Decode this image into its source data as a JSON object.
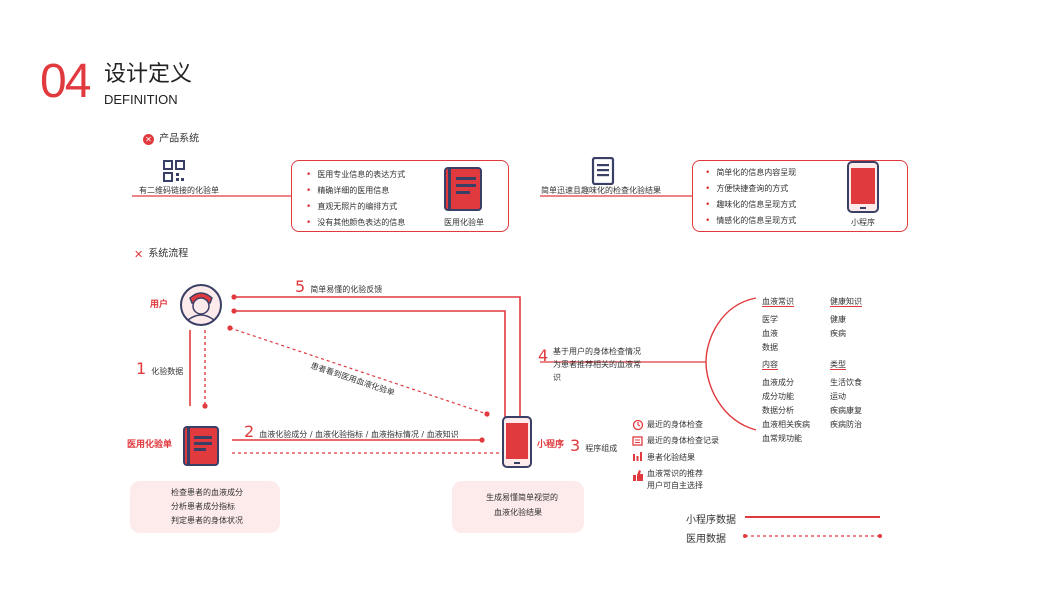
{
  "header": {
    "number": "04",
    "title": "设计定义",
    "subtitle": "DEFINITION"
  },
  "product_system": {
    "section_label": "产品系统",
    "left_label": "有二维码链接的化验单",
    "left_bullets": [
      "医用专业信息的表达方式",
      "精确详细的医用信息",
      "直观无照片的编排方式",
      "没有其他颜色表达的信息"
    ],
    "left_caption": "医用化验单",
    "right_label": "简单迅速且趣味化的检查化验结果",
    "right_bullets": [
      "简单化的信息内容呈现",
      "方便快捷查询的方式",
      "趣味化的信息呈现方式",
      "情感化的信息呈现方式"
    ],
    "right_caption": "小程序"
  },
  "system_flow": {
    "section_label": "系统流程",
    "user_label": "用户",
    "lab_label": "医用化验单",
    "app_label": "小程序",
    "step1_num": "1",
    "step1_text": "化验数据",
    "step2_num": "2",
    "step2_text": "血液化验成分 / 血液化验指标 / 血液指标情况 / 血液知识",
    "step3_num": "3",
    "step3_text": "程序组成",
    "step4_num": "4",
    "step4_text": [
      "基于用户的身体检查情况",
      "为患者推荐相关的血液常",
      "识"
    ],
    "step5_num": "5",
    "step5_text": "简单易懂的化验反馈",
    "diagonal_text": "患者看到医用血液化验单",
    "lab_box_text": [
      "检查患者的血液成分",
      "分析患者成分指标",
      "判定患者的身体状况"
    ],
    "app_box_text": [
      "生成易懂简单视觉的",
      "血液化验结果"
    ],
    "features": [
      "最近的身体检查",
      "最近的身体检查记录",
      "患者化验结果",
      "血液常识的推荐",
      "用户可自主选择"
    ]
  },
  "knowledge": {
    "col1": {
      "head": "血液常识",
      "items": [
        "医学",
        "血液",
        "数据"
      ]
    },
    "col2": {
      "head": "健康知识",
      "items": [
        "健康",
        "疾病"
      ]
    },
    "col3": {
      "head": "内容",
      "items": [
        "血液成分",
        "成分功能",
        "数据分析",
        "血液相关疾病",
        "血常规功能"
      ]
    },
    "col4": {
      "head": "类型",
      "items": [
        "生活饮食",
        "运动",
        "疾病康复",
        "疾病防治"
      ]
    }
  },
  "legend": {
    "solid_label": "小程序数据",
    "dashed_label": "医用数据"
  },
  "colors": {
    "accent": "#e0393e",
    "navy": "#3a3f66",
    "pink": "#fdeaea"
  }
}
